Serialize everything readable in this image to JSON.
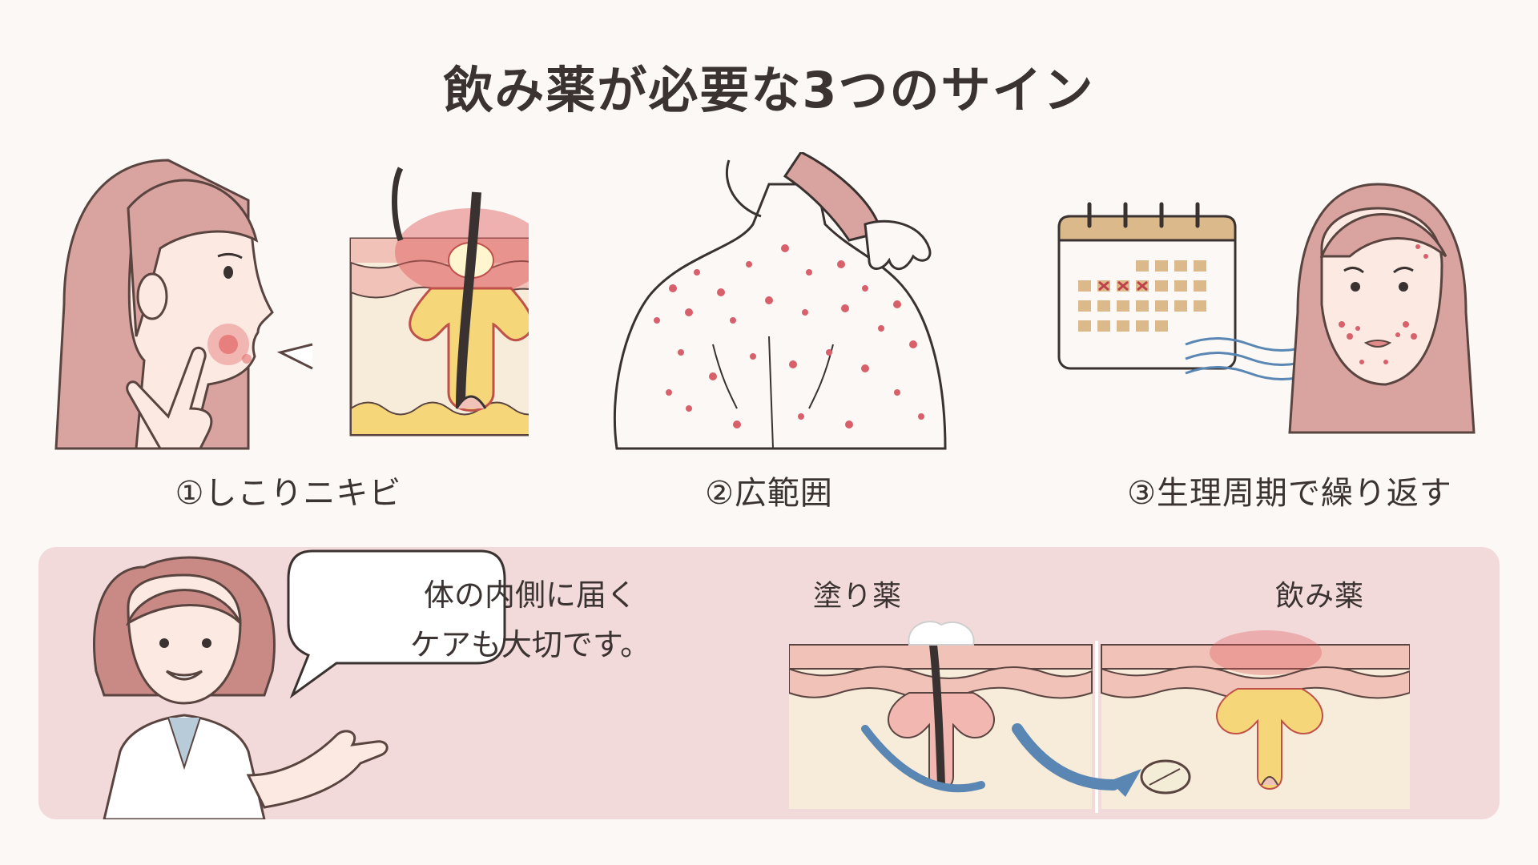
{
  "title": "飲み薬が必要な3つのサイン",
  "signs": [
    {
      "label": "①しこりニキビ"
    },
    {
      "label": "②広範囲"
    },
    {
      "label": "③生理周期で繰り返す"
    }
  ],
  "doctor": {
    "speech_line1": "体の内側に届く",
    "speech_line2": "ケアも大切です。"
  },
  "comparison": {
    "topical_label": "塗り薬",
    "oral_label": "飲み薬"
  },
  "colors": {
    "background": "#fbf8f5",
    "bottom_panel": "#f2dada",
    "skin_pink": "#f1c2b8",
    "hair_brown": "#c98a86",
    "inflammation_red": "#e05a5a",
    "pus_yellow": "#f5d77a",
    "arrow_blue": "#5a86b4",
    "calendar_tan": "#dcb98b"
  }
}
